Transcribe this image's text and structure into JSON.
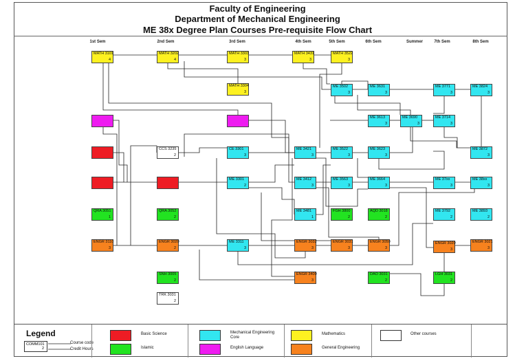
{
  "header": {
    "title_1": "Faculty of Engineering",
    "title_2": "Department of Mechanical Engineering",
    "title_3": "ME 38x Degree Plan Courses Pre-requisite Flow Chart"
  },
  "semesters": [
    "1st Sem",
    "2nd Sem",
    "3rd Sem",
    "4th Sem",
    "5th Sem",
    "6th Sem",
    "Summer",
    "7th Sem",
    "8th Sem"
  ],
  "courses": [
    {
      "id": "math3101",
      "code": "MATH 3101",
      "hours": "4",
      "category": "math"
    },
    {
      "id": "math3202",
      "code": "MATH 3202",
      "hours": "4",
      "category": "math"
    },
    {
      "id": "math3303",
      "code": "MATH 3303",
      "hours": "3",
      "category": "math"
    },
    {
      "id": "math3431",
      "code": "MATH 3431",
      "hours": "3",
      "category": "math"
    },
    {
      "id": "math3522",
      "code": "MATH 3522",
      "hours": "3",
      "category": "math"
    },
    {
      "id": "math3304",
      "code": "MATH 3304",
      "hours": "3",
      "category": "math"
    },
    {
      "id": "me3502",
      "code": "ME 3502",
      "hours": "3",
      "category": "me"
    },
    {
      "id": "me3631",
      "code": "ME 3631",
      "hours": "3",
      "category": "me"
    },
    {
      "id": "me3771",
      "code": "ME 3771",
      "hours": "3",
      "category": "me"
    },
    {
      "id": "me3824",
      "code": "ME 3824",
      "hours": "3",
      "category": "me"
    },
    {
      "id": "eng1a",
      "code": "",
      "hours": "",
      "category": "english"
    },
    {
      "id": "eng2a",
      "code": "",
      "hours": "",
      "category": "english"
    },
    {
      "id": "me3613",
      "code": "ME 3613",
      "hours": "3",
      "category": "me"
    },
    {
      "id": "me3690",
      "code": "ME 3690",
      "hours": "3",
      "category": "me"
    },
    {
      "id": "me3714",
      "code": "ME 3714",
      "hours": "3",
      "category": "me"
    },
    {
      "id": "basic1a",
      "code": "",
      "hours": "",
      "category": "basic"
    },
    {
      "id": "ccs3235",
      "code": "CCS 3235",
      "hours": "2",
      "category": "other"
    },
    {
      "id": "ce3301",
      "code": "CE 3301",
      "hours": "3",
      "category": "me"
    },
    {
      "id": "me3421",
      "code": "ME 3421",
      "hours": "3",
      "category": "me"
    },
    {
      "id": "me3522",
      "code": "ME 3522",
      "hours": "3",
      "category": "me"
    },
    {
      "id": "me3623",
      "code": "ME 3623",
      "hours": "3",
      "category": "me"
    },
    {
      "id": "me3872",
      "code": "ME 3872",
      "hours": "3",
      "category": "me"
    },
    {
      "id": "basic1b",
      "code": "",
      "hours": "",
      "category": "basic"
    },
    {
      "id": "basic2a",
      "code": "",
      "hours": "",
      "category": "basic"
    },
    {
      "id": "me3301",
      "code": "ME 3301",
      "hours": "2",
      "category": "me"
    },
    {
      "id": "me3412",
      "code": "ME 3412",
      "hours": "3",
      "category": "me"
    },
    {
      "id": "me3563",
      "code": "ME 3563",
      "hours": "3",
      "category": "me"
    },
    {
      "id": "me3664",
      "code": "ME 3664",
      "hours": "3",
      "category": "me"
    },
    {
      "id": "me37xx",
      "code": "ME 37xx",
      "hours": "3",
      "category": "me"
    },
    {
      "id": "me38xx",
      "code": "ME 38xx",
      "hours": "3",
      "category": "me"
    },
    {
      "id": "qra3051",
      "code": "QRA 3051",
      "hours": "1",
      "category": "islamic"
    },
    {
      "id": "qra3052",
      "code": "QRA 3052",
      "hours": "2",
      "category": "islamic"
    },
    {
      "id": "me3481",
      "code": "ME 3481",
      "hours": "1",
      "category": "me"
    },
    {
      "id": "fgh3800",
      "code": "FGH 3800",
      "hours": "2",
      "category": "islamic"
    },
    {
      "id": "aqd3018",
      "code": "AQD 3018",
      "hours": "2",
      "category": "islamic"
    },
    {
      "id": "me3792",
      "code": "ME 3792",
      "hours": "2",
      "category": "me"
    },
    {
      "id": "me3893",
      "code": "ME 3893",
      "hours": "2",
      "category": "me"
    },
    {
      "id": "engr3110",
      "code": "ENGR 3110",
      "hours": "3",
      "category": "gen"
    },
    {
      "id": "engr3020",
      "code": "ENGR 3020",
      "hours": "2",
      "category": "gen"
    },
    {
      "id": "me3311",
      "code": "ME 3311",
      "hours": "3",
      "category": "me"
    },
    {
      "id": "engr3032",
      "code": "ENGR 3032",
      "hours": "3",
      "category": "gen"
    },
    {
      "id": "engr3031",
      "code": "ENGR 3031",
      "hours": "3",
      "category": "gen"
    },
    {
      "id": "engr3050",
      "code": "ENGR 3050",
      "hours": "3",
      "category": "gen"
    },
    {
      "id": "engr3020b",
      "code": "ENGR 3020",
      "hours": "3",
      "category": "gen"
    },
    {
      "id": "engr3021",
      "code": "ENGR 3021",
      "hours": "3",
      "category": "gen"
    },
    {
      "id": "snh3005",
      "code": "SNH 3005",
      "hours": "2",
      "category": "islamic"
    },
    {
      "id": "engr3400",
      "code": "ENGR 3400",
      "hours": "3",
      "category": "gen"
    },
    {
      "id": "dao3031",
      "code": "DAO 3031",
      "hours": "2",
      "category": "islamic"
    },
    {
      "id": "lgh3031",
      "code": "LGH 3031",
      "hours": "2",
      "category": "islamic"
    },
    {
      "id": "trk3031",
      "code": "TRK 3031",
      "hours": "2",
      "category": "other"
    }
  ],
  "colors": {
    "basic": "#ee1c24",
    "islamic": "#22e321",
    "me": "#32e6f0",
    "english": "#ee1cf0",
    "math": "#fdf121",
    "gen": "#f7821e",
    "other": "#ffffff"
  },
  "legend": {
    "title": "Legend",
    "sample_code": "COMM101",
    "sample_hours": "2",
    "course_code_label": "Course code",
    "credit_hours_label": "Credit Hours",
    "basic": "Basic Science",
    "islamic": "Islamic",
    "me_core": "Mechanical Engineering Core",
    "english": "English Language",
    "math": "Mathematics",
    "gen": "General Engineering",
    "other": "Other courses"
  }
}
